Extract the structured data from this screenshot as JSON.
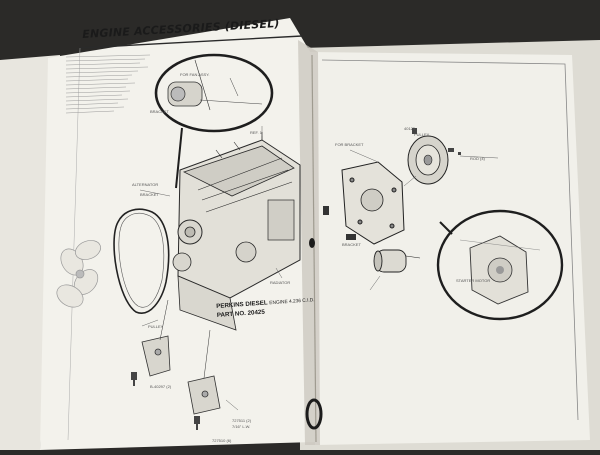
{
  "page": {
    "title": "ENGINE ACCESSORIES (DIESEL)",
    "engine_label_line1": "PERKINS DIESEL",
    "engine_label_line1_small": "ENGINE 4.236 C.I.D.",
    "engine_label_line2": "PART NO. 20425"
  },
  "callouts": {
    "left": [
      "REF. 1",
      "FOR FAN ASSY.",
      "BRACKET",
      "ALTERNATOR",
      "RADIATOR",
      "PULLEY",
      "B-40297 (2)",
      "727511 (2)",
      "7/16\" L.W.",
      "727510 (6)",
      "BRACKET"
    ],
    "right": [
      "40125",
      "FOR BRACKET",
      "ROD (4)",
      "BRACKET",
      "STARTER MOTOR",
      "PULLEY"
    ]
  },
  "colors": {
    "paper": "#f3f2ec",
    "ink": "#2a2a2a",
    "background": "#2b2a28"
  }
}
